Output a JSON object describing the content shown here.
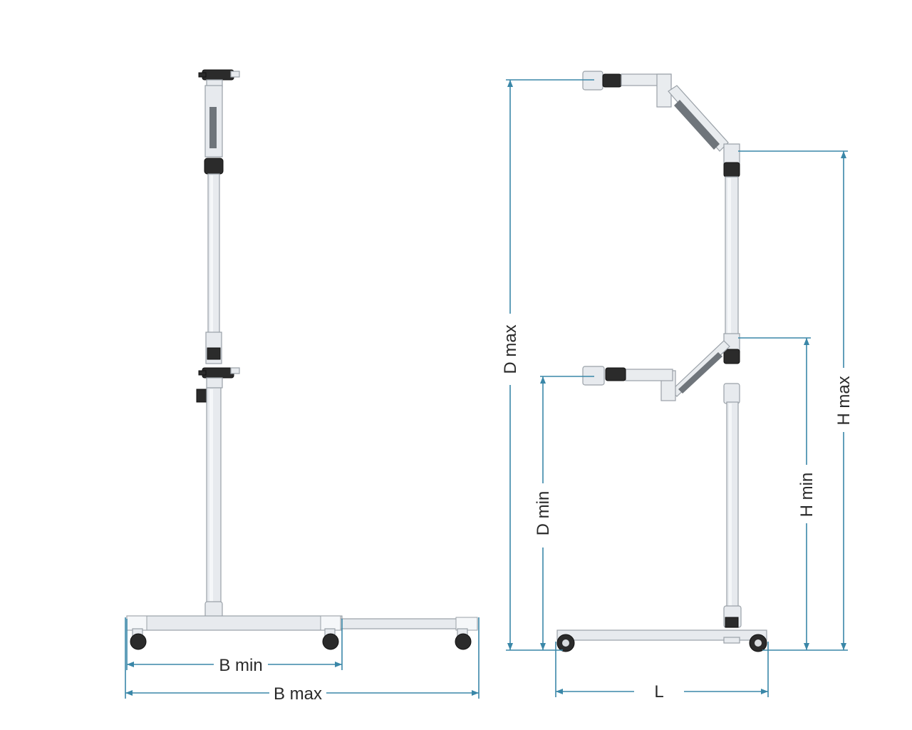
{
  "colors": {
    "dimension": "#3a87a8",
    "metal": "#e7eaee",
    "metal_outline": "#9aa1a8",
    "dark_part": "#2b2b2b"
  },
  "labels": {
    "b_min": "B min",
    "b_max": "B max",
    "d_max": "D max",
    "d_min": "D min",
    "h_max": "H max",
    "h_min": "H min",
    "l": "L"
  }
}
